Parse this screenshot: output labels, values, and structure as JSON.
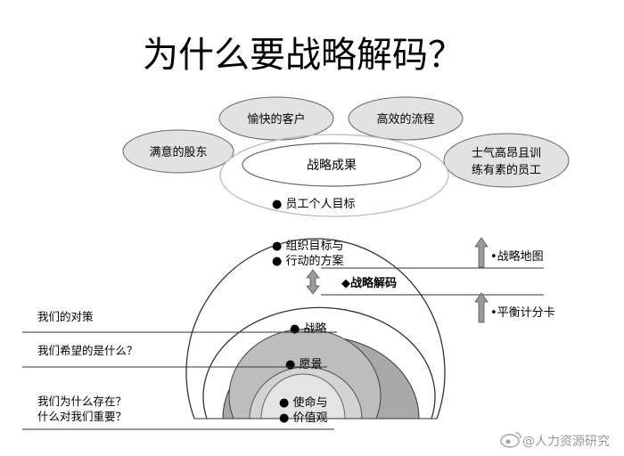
{
  "title": "为什么要战略解码？",
  "ovals": {
    "shareholders": "满意的股东",
    "customers": "愉快的客户",
    "process": "高效的流程",
    "staff_line1": "士气高昂且训",
    "staff_line2": "练有素的员工"
  },
  "circles": {
    "outcome": "战略成果",
    "personal_goals": "● 员工个人目标",
    "org_goals_line1": "● 组织目标与",
    "org_goals_line2": "● 行动的方案",
    "decoding": "◆战略解码",
    "strategy": "● 战略",
    "vision": "● 愿景",
    "mission_line1": "● 使命与",
    "mission_line2": "● 价值观"
  },
  "right_labels": {
    "strategy_map": "•战略地图",
    "balanced_scorecard": "•平衡计分卡"
  },
  "left_labels": {
    "our_strategy": "我们的对策",
    "what_we_want": "我们希望的是什么？",
    "why_exist_line1": "我们为什么存在？",
    "why_exist_line2": "什么对我们重要？"
  },
  "watermark": "@人力资源研究",
  "colors": {
    "band_gray": "#a9a9a9",
    "strategy_gray": "#bdbdbd",
    "vision_gray": "#d3d3d3",
    "core_gray": "#e4e4e4",
    "oval_fill": "#e2e2e2",
    "arrow_gray": "#9a9a9a"
  }
}
